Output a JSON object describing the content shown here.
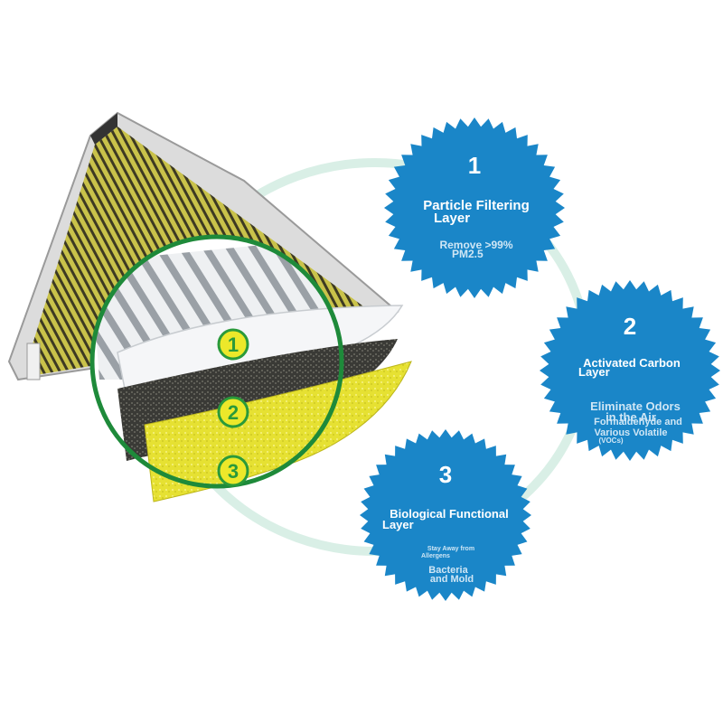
{
  "colors": {
    "badge_blue": "#1a86c8",
    "badge_text": "#ffffff",
    "badge_subtext": "#cfe6f5",
    "ring_green": "#1e8a3a",
    "ring_pale": "#d9efe6",
    "number_green": "#2a9a3a",
    "number_fill": "#ece82a",
    "filter_yellow": "#e6e132",
    "carbon": "#3a3a36",
    "frame_gray": "#dcdcdc"
  },
  "layers": [
    {
      "number": "1",
      "title_line1": "Particle Filtering",
      "title_line2": "Layer",
      "detail_line1": "Remove >99%",
      "detail_line2": "PM2.5"
    },
    {
      "number": "2",
      "title_line1": "Activated Carbon",
      "title_line2": "Layer",
      "detail_line1": "Eliminate Odors",
      "detail_line2": "in the Air",
      "detail_line3": "Formaldehyde and",
      "detail_line4": "Various Volatile",
      "detail_line5": "(VOCs)"
    },
    {
      "number": "3",
      "title_line1": "Biological Functional",
      "title_line2": "Layer",
      "note_line1": "Stay Away from",
      "note_line2": "Allergens",
      "detail_line1": "Bacteria",
      "detail_line2": "and Mold"
    }
  ],
  "markers": [
    "1",
    "2",
    "3"
  ]
}
